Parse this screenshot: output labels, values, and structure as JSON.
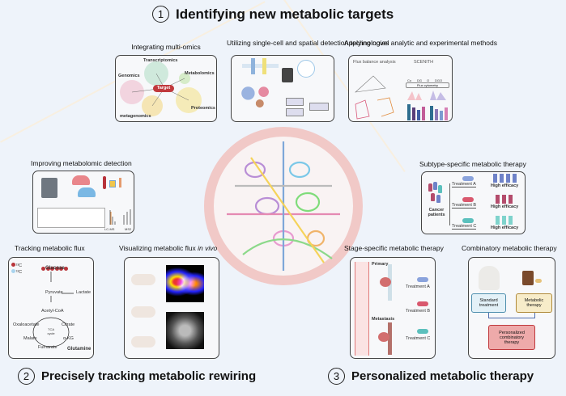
{
  "sections": [
    {
      "number": "1",
      "title": "Identifying new metabolic targets"
    },
    {
      "number": "2",
      "title": "Precisely tracking metabolic rewiring"
    },
    {
      "number": "3",
      "title": "Personalized metabolic therapy"
    }
  ],
  "panels": {
    "multi_omics": {
      "title": "Integrating multi-omics",
      "labels": {
        "transcriptomics": "Transcriptomics",
        "genomics": "Genomics",
        "metabolomics": "Metabolomics",
        "target": "Target",
        "proteomics": "Proteomics",
        "metagenomics": "metagenomics"
      }
    },
    "single_cell": {
      "title": "Utilizing single-cell and spatial detection technologies"
    },
    "novel_methods": {
      "title": "Applying novel analytic and experimental methods",
      "labels": {
        "fba": "Flux balance analysis",
        "scenith": "SCENITH",
        "flow": "Flux cytometry",
        "co": "Co",
        "dg": "DG",
        "o": "O",
        "dgo": "DGO"
      }
    },
    "metabolomic_detection": {
      "title": "Improving metabolomic detection",
      "labels": {
        "lcms": "LC-MS",
        "ms2": "MS2"
      }
    },
    "tracking_flux": {
      "title": "Tracking metabolic flux",
      "legend": {
        "c13": "¹³C",
        "c12": "¹²C"
      },
      "metabolites": {
        "glucose": "Glucose",
        "pyruvate": "Pyruvate",
        "lactate": "Lactate",
        "acetyl_coa": "Acetyl-CoA",
        "citrate": "Citrate",
        "oxaloacetate": "Oxaloacetate",
        "tca": "TCA cycle",
        "malate": "Malate",
        "akg": "α-KG",
        "fumarate": "Fumarate",
        "glutamine": "Glutamine"
      }
    },
    "visualizing_flux": {
      "title": "Visualizing metabolic flux ",
      "title_italic": "in vivo"
    },
    "subtype": {
      "title": "Subtype-specific metabolic therapy",
      "patients": "Cancer patients",
      "treatments": [
        "Treatment A",
        "Treatment B",
        "Treatment C"
      ],
      "outcome": "High efficacy"
    },
    "stage": {
      "title": "Stage-specific metabolic therapy",
      "primary": "Primary",
      "metastasis": "Metastasis",
      "treatments": [
        "Treatment A",
        "Treatment B",
        "Treatment C"
      ]
    },
    "combinatory": {
      "title": "Combinatory metabolic therapy",
      "standard": "Standard treatment",
      "metabolic": "Metabolic therapy",
      "result": "Personalized combinatory therapy"
    }
  },
  "colors": {
    "background": "#eef3fa",
    "ring": "#f1c9c7",
    "treatment_a": "#8aa3dc",
    "treatment_b": "#d9586e",
    "treatment_c": "#5cc0bd",
    "c13": "#b8343a",
    "c12": "#a9d4ee"
  }
}
